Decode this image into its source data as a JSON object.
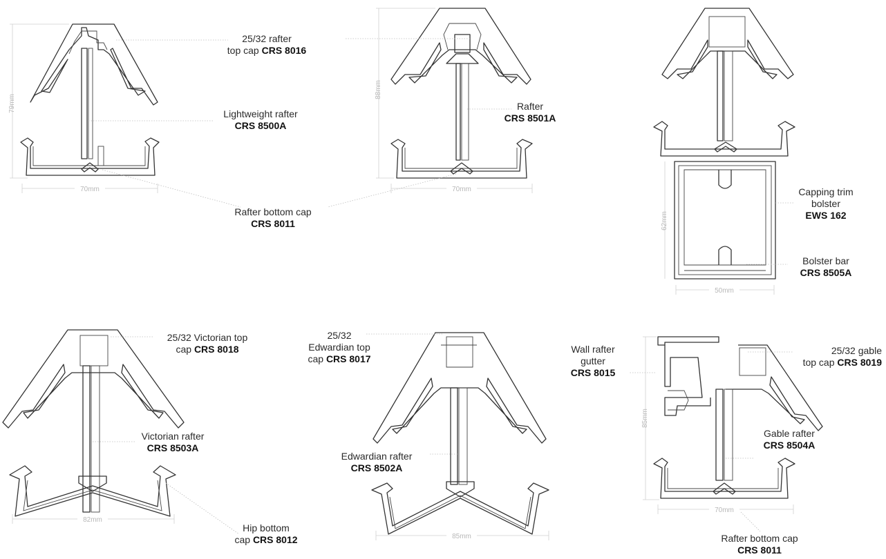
{
  "profiles": [
    {
      "id": "p1",
      "dims": {
        "width": "70mm",
        "height": "79mm"
      }
    },
    {
      "id": "p2",
      "dims": {
        "width": "70mm",
        "height": "88mm"
      }
    },
    {
      "id": "p3",
      "dims": {
        "width": "50mm",
        "height": "62mm"
      }
    },
    {
      "id": "p4",
      "dims": {
        "width": "82mm"
      }
    },
    {
      "id": "p5",
      "dims": {
        "width": "85mm"
      }
    },
    {
      "id": "p6",
      "dims": {
        "width": "70mm",
        "height": "85mm"
      }
    }
  ],
  "labels": {
    "l1": {
      "text": "25/32 rafter",
      "text2": "top cap ",
      "code": "CRS 8016"
    },
    "l2": {
      "text": "Lightweight rafter",
      "code": "CRS 8500A"
    },
    "l3": {
      "text": "Rafter bottom cap",
      "code": "CRS 8011"
    },
    "l4": {
      "text": "Rafter",
      "code": "CRS 8501A"
    },
    "l5": {
      "text": "Capping trim",
      "text2": "bolster",
      "code": "EWS 162"
    },
    "l6": {
      "text": "Bolster bar",
      "code": "CRS 8505A"
    },
    "l7": {
      "text": "25/32 Victorian top",
      "text2": "cap ",
      "code": "CRS 8018"
    },
    "l8": {
      "text": "Victorian rafter",
      "code": "CRS 8503A"
    },
    "l9": {
      "text": "Hip bottom",
      "text2": "cap ",
      "code": "CRS 8012"
    },
    "l10": {
      "text": "25/32",
      "text2": "Edwardian top",
      "text3": "cap ",
      "code": "CRS 8017"
    },
    "l11": {
      "text": "Edwardian rafter",
      "code": "CRS 8502A"
    },
    "l12": {
      "text": "Wall rafter",
      "text2": "gutter",
      "code": "CRS 8015"
    },
    "l13": {
      "text": "25/32 gable",
      "text2": "top cap ",
      "code": "CRS 8019"
    },
    "l14": {
      "text": "Gable rafter",
      "code": "CRS 8504A"
    },
    "l15": {
      "text": "Rafter bottom cap",
      "code": "CRS 8011"
    }
  }
}
